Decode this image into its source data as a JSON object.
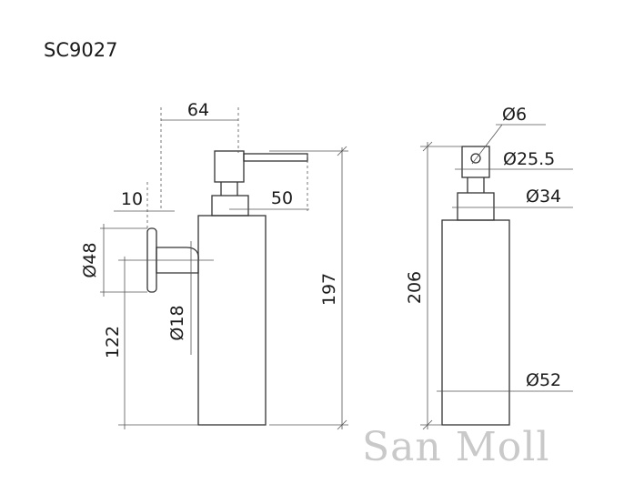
{
  "title": "SC9027",
  "watermark": "San Moll",
  "colors": {
    "line": "#333333",
    "text": "#1a1a1a",
    "watermark": "#c9c9c9"
  },
  "side_view": {
    "labels": {
      "width_64": "64",
      "offset_10": "10",
      "spout_50": "50",
      "plate_48": "Ø48",
      "arm_18": "Ø18",
      "height_122": "122",
      "height_197": "197"
    }
  },
  "front_view": {
    "labels": {
      "dia_6": "Ø6",
      "dia_25_5": "Ø25.5",
      "dia_34": "Ø34",
      "dia_52": "Ø52",
      "height_206": "206"
    }
  }
}
